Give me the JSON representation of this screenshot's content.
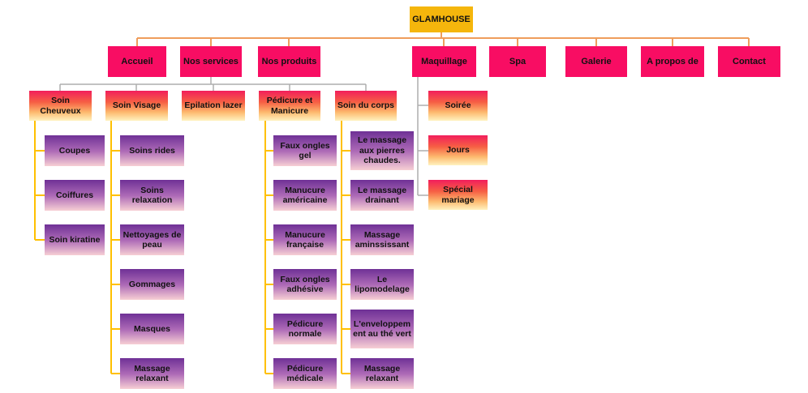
{
  "root": {
    "label": "GLAMHOUSE"
  },
  "nav": [
    {
      "label": "Accueil"
    },
    {
      "label": "Nos services"
    },
    {
      "label": "Nos produits"
    },
    {
      "label": "Maquillage"
    },
    {
      "label": "Spa"
    },
    {
      "label": "Galerie"
    },
    {
      "label": "A propos de"
    },
    {
      "label": "Contact"
    }
  ],
  "services": {
    "soin_cheuveux": {
      "label": "Soin Cheuveux",
      "children": [
        "Coupes",
        "Coiffures",
        "Soin kiratine"
      ]
    },
    "soin_visage": {
      "label": "Soin Visage",
      "children": [
        "Soins rides",
        "Soins relaxation",
        "Nettoyages de peau",
        "Gommages",
        "Masques",
        "Massage relaxant"
      ]
    },
    "epilation_lazer": {
      "label": "Epilation lazer",
      "children": []
    },
    "pedicure_manicure": {
      "label": "Pédicure et Manicure",
      "children": [
        "Faux ongles gel",
        "Manucure américaine",
        "Manucure française",
        "Faux ongles adhésive",
        "Pédicure normale",
        "Pédicure médicale"
      ]
    },
    "soin_du_corps": {
      "label": "Soin du corps",
      "children": [
        "Le massage aux pierres chaudes.",
        "Le massage drainant",
        "Massage aminssissant",
        "Le lipomodelage",
        "L'enveloppement au thé vert",
        "Massage relaxant"
      ]
    }
  },
  "maquillage": {
    "children": [
      "Soirée",
      "Jours",
      "Spécial mariage"
    ]
  },
  "colors": {
    "root_fill": "#F5B60C",
    "nav_fill": "#F80D63",
    "level3_gradient_top": "#F21E5C",
    "level3_gradient_bottom": "#FFF2C0",
    "level4_gradient_top": "#6F3196",
    "level4_gradient_bottom": "#F7CFD4",
    "connector_orange": "#EF9D5C",
    "connector_gray": "#AEAEAE",
    "connector_gold": "#FFC000",
    "text": "#111111"
  }
}
